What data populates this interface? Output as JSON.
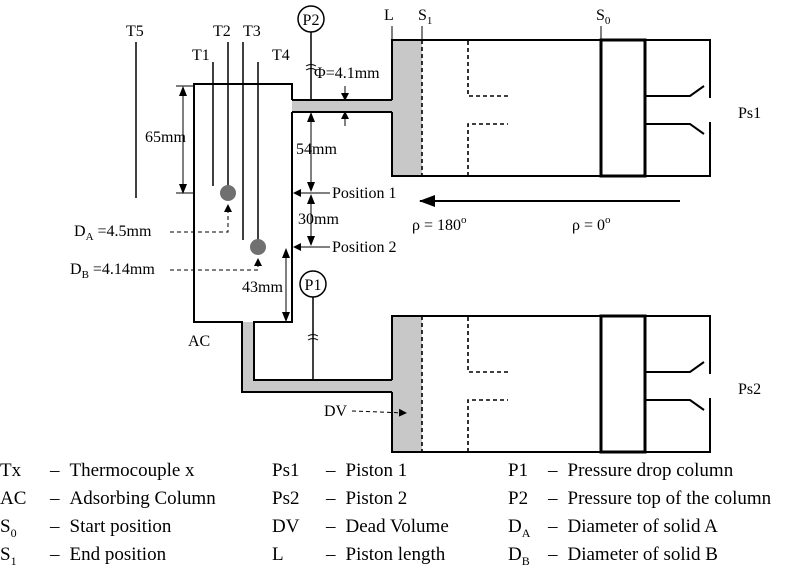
{
  "diagram": {
    "thermocouples": [
      "T5",
      "T1",
      "T2",
      "T3",
      "T4"
    ],
    "pressure_gauges": [
      "P2",
      "P1"
    ],
    "piston_markers": {
      "L": "L",
      "s1_base": "S",
      "s1_sub": "1",
      "s0_base": "S",
      "s0_sub": "0"
    },
    "dimensions": {
      "phi": "Φ=4.1mm",
      "d65": "65mm",
      "d54": "54mm",
      "d30": "30mm",
      "d43": "43mm"
    },
    "positions": {
      "pos1": "Position 1",
      "pos2": "Position 2"
    },
    "solids": {
      "da_base": "D",
      "da_sub": "A",
      "da_val": " =4.5mm",
      "db_base": "D",
      "db_sub": "B",
      "db_val": " =4.14mm"
    },
    "angles": {
      "rho180": "ρ = 180",
      "rho0": "ρ = 0",
      "deg": "o"
    },
    "pistons": {
      "ps1": "Ps1",
      "ps2": "Ps2"
    },
    "column": {
      "ac": "AC",
      "dv": "DV"
    },
    "colors": {
      "stroke": "#000000",
      "fill_gray": "#c8c8c8",
      "ball": "#707070"
    }
  },
  "legend": [
    {
      "key_base": "Tx",
      "key_sub": "",
      "desc": "Thermocouple x"
    },
    {
      "key_base": "AC",
      "key_sub": "",
      "desc": "Adsorbing Column"
    },
    {
      "key_base": "S",
      "key_sub": "0",
      "desc": "Start position"
    },
    {
      "key_base": "S",
      "key_sub": "1",
      "desc": "End position"
    },
    {
      "key_base": "Ps1",
      "key_sub": "",
      "desc": "Piston 1"
    },
    {
      "key_base": "Ps2",
      "key_sub": "",
      "desc": "Piston 2"
    },
    {
      "key_base": "DV",
      "key_sub": "",
      "desc": "Dead Volume"
    },
    {
      "key_base": "L",
      "key_sub": "",
      "desc": "Piston length"
    },
    {
      "key_base": "P1",
      "key_sub": "",
      "desc": "Pressure drop column"
    },
    {
      "key_base": "P2",
      "key_sub": "",
      "desc": "Pressure top of the column"
    },
    {
      "key_base": "D",
      "key_sub": "A",
      "desc": "Diameter of solid A"
    },
    {
      "key_base": "D",
      "key_sub": "B",
      "desc": "Diameter of solid B"
    }
  ],
  "legend_separator": "–"
}
